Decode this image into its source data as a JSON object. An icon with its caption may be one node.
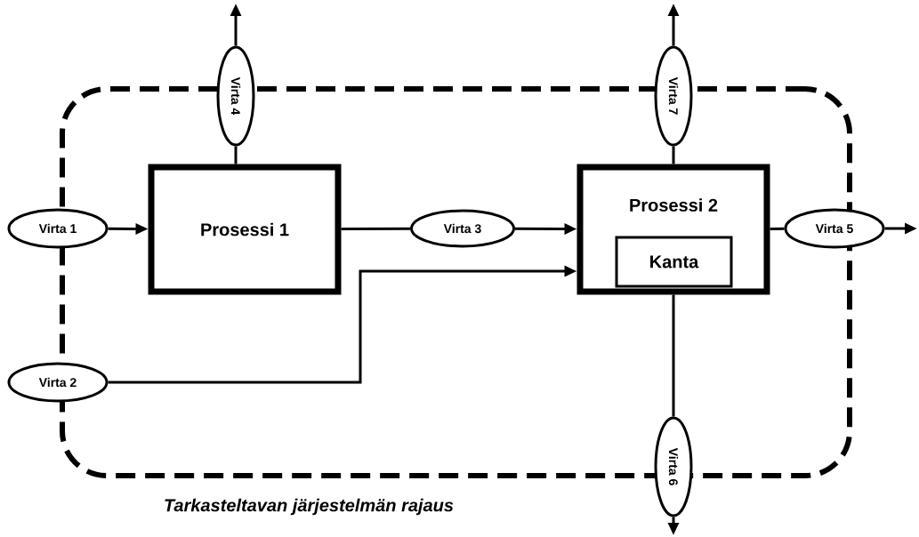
{
  "diagram": {
    "nodes": [
      {
        "text": [
          "Tarkasteltavan järjestelmän rajaus"
        ]
      },
      {
        "text": [
          "Virta 1"
        ]
      },
      {
        "text": [
          "Virta 4"
        ]
      },
      {
        "text": [
          "Prosessi 1"
        ],
        "in": 0
      },
      {
        "text": [
          "Virta 3"
        ],
        "in": 0
      },
      {
        "text": [
          "Virta 7"
        ]
      },
      {
        "text": [
          "Prosessi 2"
        ],
        "in": 0
      },
      {
        "text": [
          "Kanta"
        ],
        "in": 6
      },
      {
        "text": [
          "Virta 5"
        ]
      },
      {
        "text": [
          "Virta 2"
        ]
      },
      {
        "text": [
          "Virta 6"
        ]
      }
    ],
    "edges": [
      {
        "from": 1,
        "to": 3,
        "arrow": "to"
      },
      {
        "from": 3,
        "to": 4,
        "arrow": "none"
      },
      {
        "from": 4,
        "to": 6,
        "arrow": "to"
      },
      {
        "from": 9,
        "to": 6,
        "arrow": "to"
      },
      {
        "from": 3,
        "to": 2,
        "arrow": "none"
      },
      {
        "from": 2,
        "to": null,
        "arrow": "to"
      },
      {
        "from": 6,
        "to": 5,
        "arrow": "none"
      },
      {
        "from": 5,
        "to": null,
        "arrow": "to"
      },
      {
        "from": 6,
        "to": 8,
        "arrow": "none"
      },
      {
        "from": 8,
        "to": null,
        "arrow": "to"
      },
      {
        "from": 6,
        "to": 10,
        "arrow": "none"
      },
      {
        "from": 10,
        "to": null,
        "arrow": "to"
      }
    ]
  }
}
